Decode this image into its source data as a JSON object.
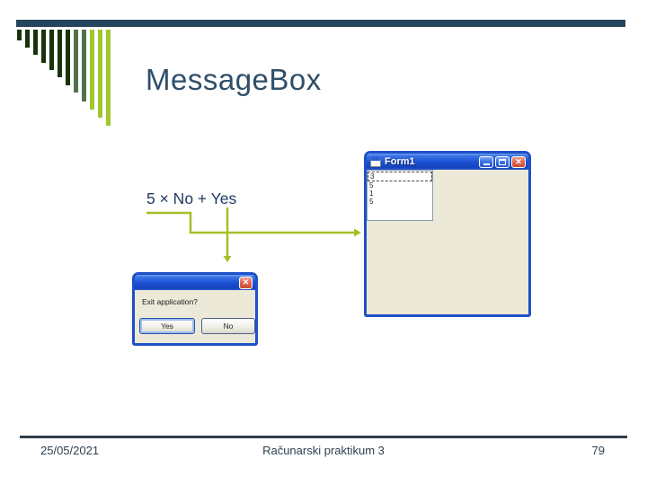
{
  "slide": {
    "title": "MessageBox",
    "bullet": "5 × No + Yes",
    "footer": {
      "date": "25/05/2021",
      "course": "Računarski praktikum 3",
      "page_number": "79"
    }
  },
  "logo": {
    "colors": {
      "dark": "#17330B",
      "sage": "#53714E",
      "bright": "#A2C62E"
    },
    "bars": [
      {
        "h": 12,
        "c": "dark"
      },
      {
        "h": 20,
        "c": "dark"
      },
      {
        "h": 28,
        "c": "dark"
      },
      {
        "h": 37,
        "c": "dark"
      },
      {
        "h": 45,
        "c": "dark"
      },
      {
        "h": 53,
        "c": "dark"
      },
      {
        "h": 62,
        "c": "dark"
      },
      {
        "h": 70,
        "c": "sage"
      },
      {
        "h": 80,
        "c": "sage"
      },
      {
        "h": 89,
        "c": "bright"
      },
      {
        "h": 98,
        "c": "bright"
      },
      {
        "h": 107,
        "c": "bright"
      }
    ]
  },
  "connector": {
    "color": "#A6BE28"
  },
  "form_window": {
    "title": "Form1",
    "listbox_items": [
      "3",
      "5",
      "1",
      "5"
    ]
  },
  "message_dialog": {
    "message": "Exit application?",
    "buttons": [
      {
        "label": "Yes",
        "focused": true
      },
      {
        "label": "No",
        "focused": false
      }
    ]
  }
}
